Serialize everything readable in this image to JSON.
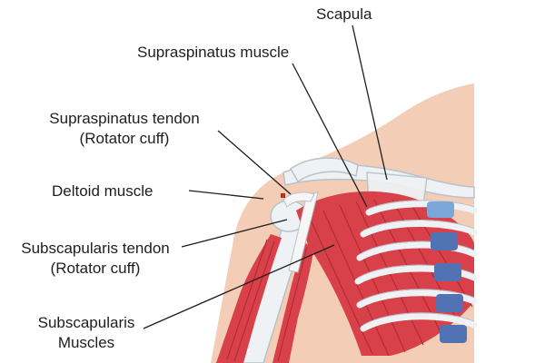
{
  "labels": {
    "scapula": "Scapula",
    "supraspinatus_muscle": "Supraspinatus muscle",
    "supraspinatus_tendon": {
      "line1": "Supraspinatus tendon",
      "line2": "(Rotator cuff)"
    },
    "deltoid_muscle": "Deltoid muscle",
    "subscapularis_tendon": {
      "line1": "Subscapularis tendon",
      "line2": "(Rotator cuff)"
    },
    "subscapularis_muscles": {
      "line1": "Subscapularis",
      "line2": "Muscles"
    }
  },
  "colors": {
    "skin": "#f4cdb6",
    "bone": "#eef2f5",
    "bone_outline": "#b8c2cb",
    "muscle": "#d8414a",
    "muscle_dark": "#b52a33",
    "tendon": "#f6f6f6",
    "vertebra": "#7aa6d8",
    "vertebra_dark": "#5273b3",
    "leader_line": "#1e1e1e"
  }
}
